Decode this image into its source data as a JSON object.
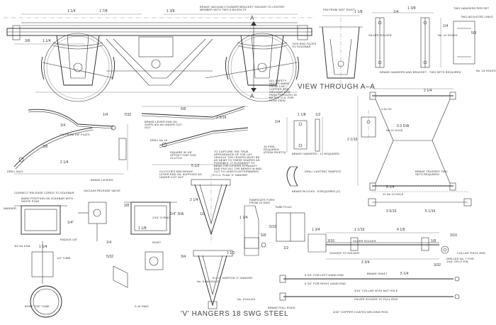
{
  "sheet": {
    "title_view_aa": "VIEW THROUGH A–A",
    "title_hangers": "'V' HANGERS 18 SWG STEEL",
    "section_marks": [
      "A",
      "A"
    ]
  },
  "notes": {
    "brake_vacuum_cyl": "BRAKE VACUUM CYLINDER BRACKET SOLDER TO CENTER MEMBER WITH TWO 6 BA BOLTS",
    "this_end_faces": "THIS END FACES TO SOLEBAR",
    "safety_hoops": "ALL SAFETY HOOPS MADE FROM 1/16\" COPPER ROD, WELDING ROD PASS THROUGH 16 BA SEE G.A. FOR PLAN VIEW",
    "pin_from_3_32": "PIN FROM 3/32\" RIVET",
    "two_hangers_per_set": "TWO HANGERS PER SET",
    "two_adjusted_links": "TWO ADJUSTED LINKS",
    "brake_hangers_bracket": "BRAKE HANGERS AND BRACKET : TWO SETS REQUIRED",
    "silver_solder": "SILVER SOLDER",
    "no12_holes": "No. 12 HOLES",
    "no14_holes": "No. 14 HOLES",
    "brake_lever_end": "BRAKE LEVER END OIL SUPPLIED AS UNDER CUT OUT",
    "drill_no16": "DRILL No 16",
    "square_3_16": "SQUARE IN 1/8\" OFFSET FOR THIS CLUTCH",
    "clutches": "CLUTCHES AND BRAKE LEVER END OIL SUPPLIED AS UNDER CUT OUT",
    "cu_from_1_8": "CU FROM 1/8\" FLATS",
    "drill_no21": "DRILL No21",
    "brake_levers": "BRAKE LEVERS",
    "capture_note": "TO CAPTURE THE TRUE APPEARANCE OF THE L&Y VEHICLE THE LEVERS MUST BE AS NEAR TO THESE SHAPES AS POSSIBLE. IT IS EASIEST TO BEND THE LEVERS STRAIGHT AND PILE ALL THE BENDS IN AND CUT TO LENGTH AFTERWARDS.",
    "pins_req": "16 PINS REQUIRED (FROM RIVETS)",
    "brake_hangers_req": "BRAKE HANGERS : 12 REQUIRED",
    "drill_casting": "DRILL CASTING TAMPICO",
    "brake_blocks": "BRAKE BLOCKS : 8 REQUIRED (C)",
    "brake_trusses": "BRAKE TRUSSES TWO SETS REQUIRED",
    "no21_hole": "No 21 HOLE",
    "no52": "4 No 52",
    "connect_release": "CONNECT RELEASE CORDS TO SOLEBAR",
    "mark_position": "MARK POSITION ON SOLEBAR WITH WHITE STAR",
    "vacuum_release": "VACUUM RELEASE VALVE",
    "washer": "WASHER",
    "no_pin": "3/4 No 6 BA",
    "tube_1_4": "1/4\" TUBE",
    "radius": "RADIUS 1/8\"",
    "rivet": "RIVET",
    "o_ring": "1/16\" O RING",
    "bore_7_32": "BORE 7/32\" TUBE",
    "r_c_d_plan": "R.C.D. PLAN 'V' HANGER",
    "r_c_d_front": "R.C.D. NORTON 'V' HANGER",
    "fabricate_from": "FABRICATE FORK FROM 20 SWG",
    "tube_plug": "TUBE PLUG",
    "no_holes_6ba": "No. 6 BA HOLES",
    "no3_holes": "No. 3 HOLES",
    "brake_shaft": "BRAKE SHAFT",
    "collar": "COLLAR THICK END",
    "drilled": "DRILLED No. 7 FOR 1/64\" SPLIT PIN",
    "solder": "SOLDER TO SOLDER",
    "silver_solder2": "SILVER SOLDER",
    "brake_pull_rods": "BRAKE PULL RODS",
    "for_left": "5 3/4\" FOR LEFT HAND END",
    "for_right": "5 3/4\" FOR RIGHT HAND END",
    "collar_nut": "3/16\" COLLAR WITH NUT HOLE",
    "silver_solder_rod": "SILVER SOLDER TO PULL ROD",
    "copper_rod": "3/32\" COPPER COATED WELDING ROD",
    "s_16_swg": "S.16 SWG",
    "no_hole_12": "12 No.12 HOLE"
  },
  "dims": {
    "d1": "1 3/8",
    "d2": "1 1/4",
    "d3": "1 7/8",
    "d4": "1 1/4",
    "d5": "3/8",
    "d6": "1 1/8",
    "d7": "1/4",
    "d8": "1 3/8",
    "d9": "5/8",
    "d10": "1/4",
    "d11": "2 3/16",
    "d12": "5/8",
    "d13": "7/32",
    "d14": "1/4",
    "d15": "2 1/4",
    "d16": "1/4",
    "d17": "3/8",
    "d18": "5 1/2",
    "d19": "2 1/4",
    "d20": "2 1/16",
    "d21": "1 1/8",
    "d22": "1/2",
    "d23": "1/4",
    "d24": "1 1/4",
    "d25": "3/8",
    "d26": "1 1/8",
    "d27": "2 1/4",
    "d28": "6 1/4",
    "d29": "3 5/16",
    "d30": "5 1/16",
    "d31": "1 1/16",
    "d32": "4 1/8",
    "d33": "1 3/4",
    "d34": "3/16",
    "d35": "5/8",
    "d36": "1 1/4",
    "d37": "1 1/2",
    "d38": "1/2",
    "d39": "3 3/4",
    "d40": "5/16",
    "d41": "1/2",
    "d42": "3/16",
    "d43": "1/8",
    "d44": "0.3 DIA",
    "d45": "1/4",
    "d46": "1/4\" DIA",
    "d47": "5/32",
    "d48": "1/4\"",
    "d49": "3/4",
    "d50": "5 1/4",
    "d51": "3/32"
  }
}
